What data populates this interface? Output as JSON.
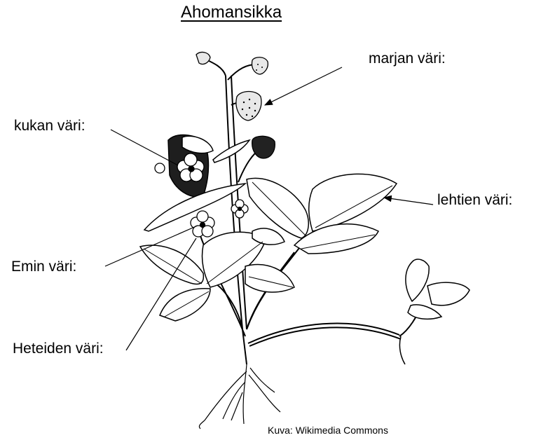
{
  "title": "Ahomansikka",
  "labels": {
    "berry_color": "marjan väri:",
    "flower_color": "kukan väri:",
    "leaf_color": "lehtien väri:",
    "pistil_color": "Emin väri:",
    "stamen_color": "Heteiden väri:"
  },
  "credit": "Kuva: Wikimedia Commons"
}
